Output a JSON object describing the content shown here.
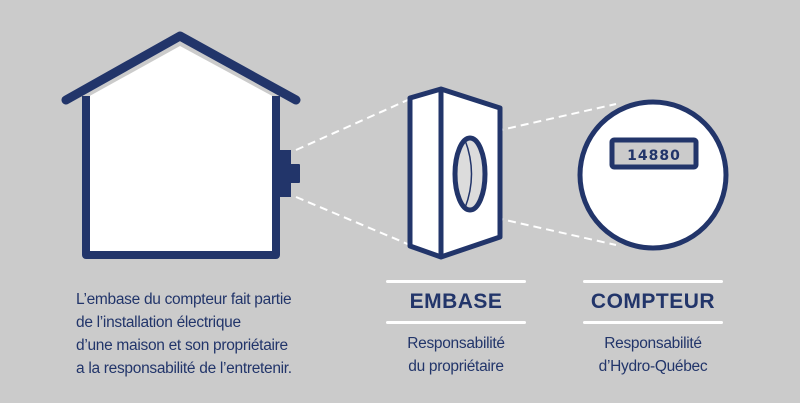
{
  "colors": {
    "background": "#cbcbcb",
    "navy": "#22356a",
    "white": "#ffffff"
  },
  "meter_reading": "14880",
  "description": [
    "L’embase du compteur fait partie",
    "de l’installation électrique",
    "d’une maison et son propriétaire",
    "a la responsabilité de l’entretenir."
  ],
  "embase": {
    "title": "EMBASE",
    "subtitle": [
      "Responsabilité",
      "du propriétaire"
    ]
  },
  "compteur": {
    "title": "COMPTEUR",
    "subtitle": [
      "Responsabilité",
      "d’Hydro-Québec"
    ]
  }
}
